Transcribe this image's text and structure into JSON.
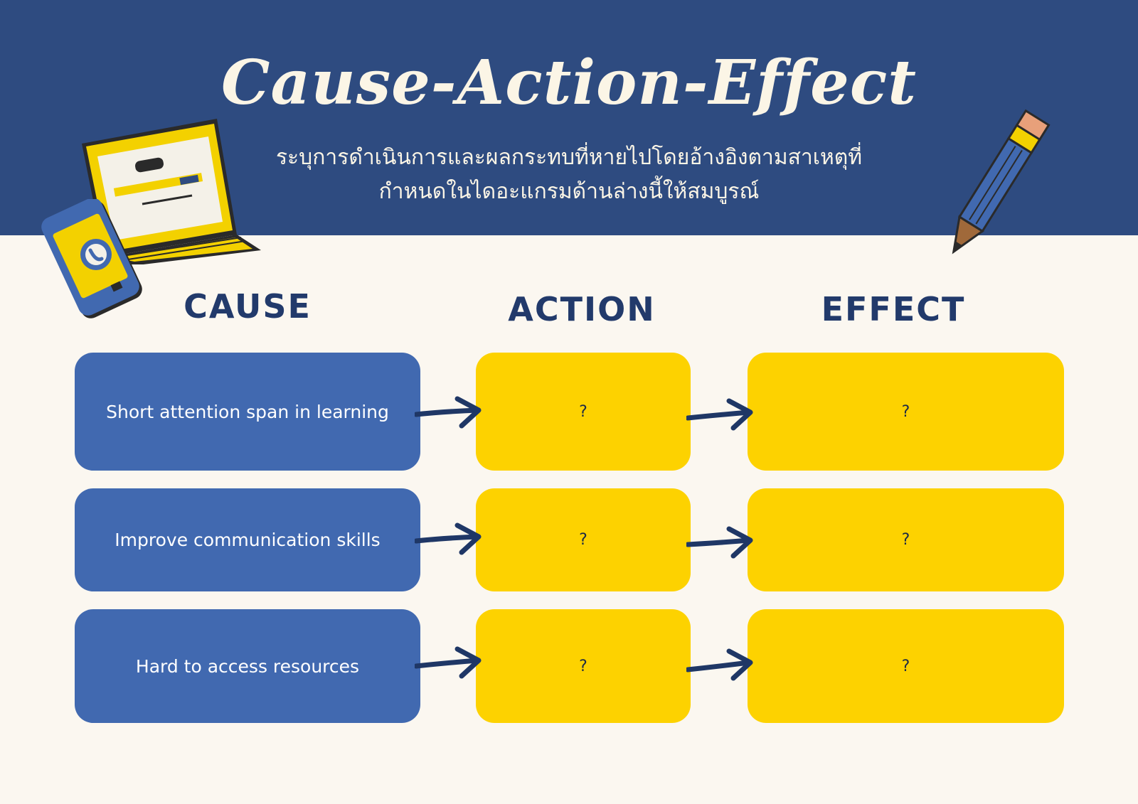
{
  "title": "Cause-Action-Effect",
  "subtitle": "ระบุการดำเนินการและผลกระทบที่หายไปโดยอ้างอิงตามสาเหตุที่กำหนดในไดอะแกรมด้านล่างนี้ให้สมบูรณ์",
  "columns": {
    "cause": "CAUSE",
    "action": "ACTION",
    "effect": "EFFECT"
  },
  "rows": [
    {
      "cause": "Short attention span in learning",
      "action": "?",
      "effect": "?"
    },
    {
      "cause": "Improve communication skills",
      "action": "?",
      "effect": "?"
    },
    {
      "cause": "Hard to access resources",
      "action": "?",
      "effect": "?"
    }
  ],
  "colors": {
    "header": "#2e4b80",
    "background": "#fbf7f0",
    "cause_box": "#4169b0",
    "action_effect_box": "#fdd200",
    "arrow": "#1f3766"
  },
  "illustrations": [
    "laptop-icon",
    "smartphone-icon",
    "pencil-icon"
  ]
}
